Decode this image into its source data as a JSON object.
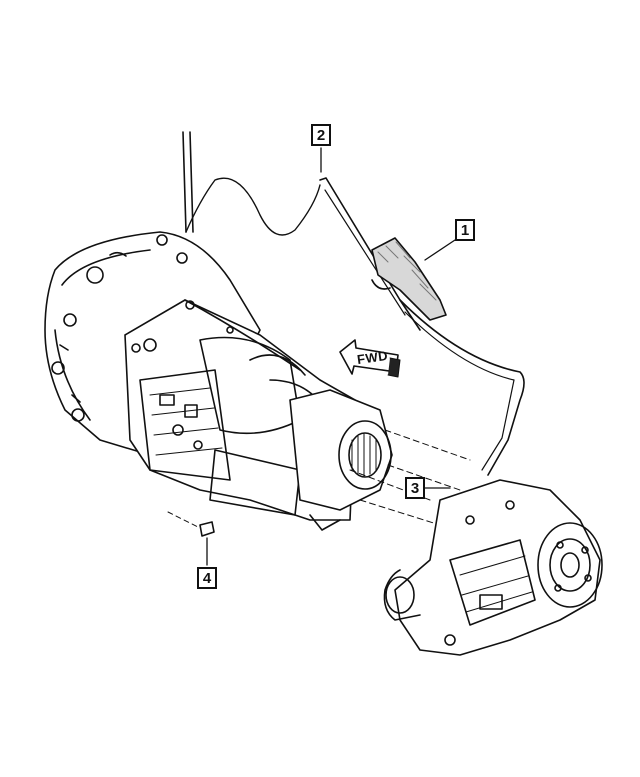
{
  "diagram": {
    "fwd_arrow_label": "FWD",
    "callouts": [
      {
        "id": "1",
        "label": "1"
      },
      {
        "id": "2",
        "label": "2"
      },
      {
        "id": "3",
        "label": "3"
      },
      {
        "id": "4",
        "label": "4"
      }
    ]
  },
  "colors": {
    "ink": "#111111",
    "background": "#ffffff",
    "hatch": "#9a9a9a"
  }
}
